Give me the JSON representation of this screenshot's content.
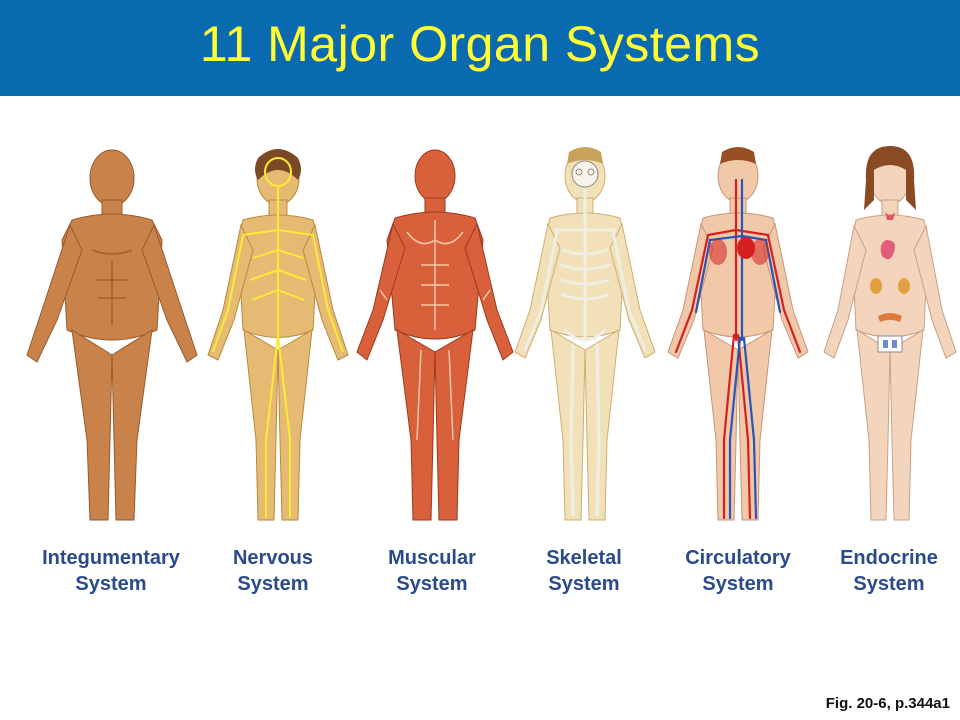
{
  "header": {
    "title": "11 Major Organ Systems"
  },
  "colors": {
    "header_bg": "#0a6ab0",
    "title": "#ffff33",
    "label": "#2a4a8c"
  },
  "systems": [
    {
      "line1": "Integumentary",
      "line2": "System",
      "illustration": "integumentary-figure"
    },
    {
      "line1": "Nervous",
      "line2": "System",
      "illustration": "nervous-figure"
    },
    {
      "line1": "Muscular",
      "line2": "System",
      "illustration": "muscular-figure"
    },
    {
      "line1": "Skeletal",
      "line2": "System",
      "illustration": "skeletal-figure"
    },
    {
      "line1": "Circulatory",
      "line2": "System",
      "illustration": "circulatory-figure"
    },
    {
      "line1": "Endocrine",
      "line2": "System",
      "illustration": "endocrine-figure"
    }
  ],
  "figure_reference": "Fig. 20-6, p.344a1"
}
